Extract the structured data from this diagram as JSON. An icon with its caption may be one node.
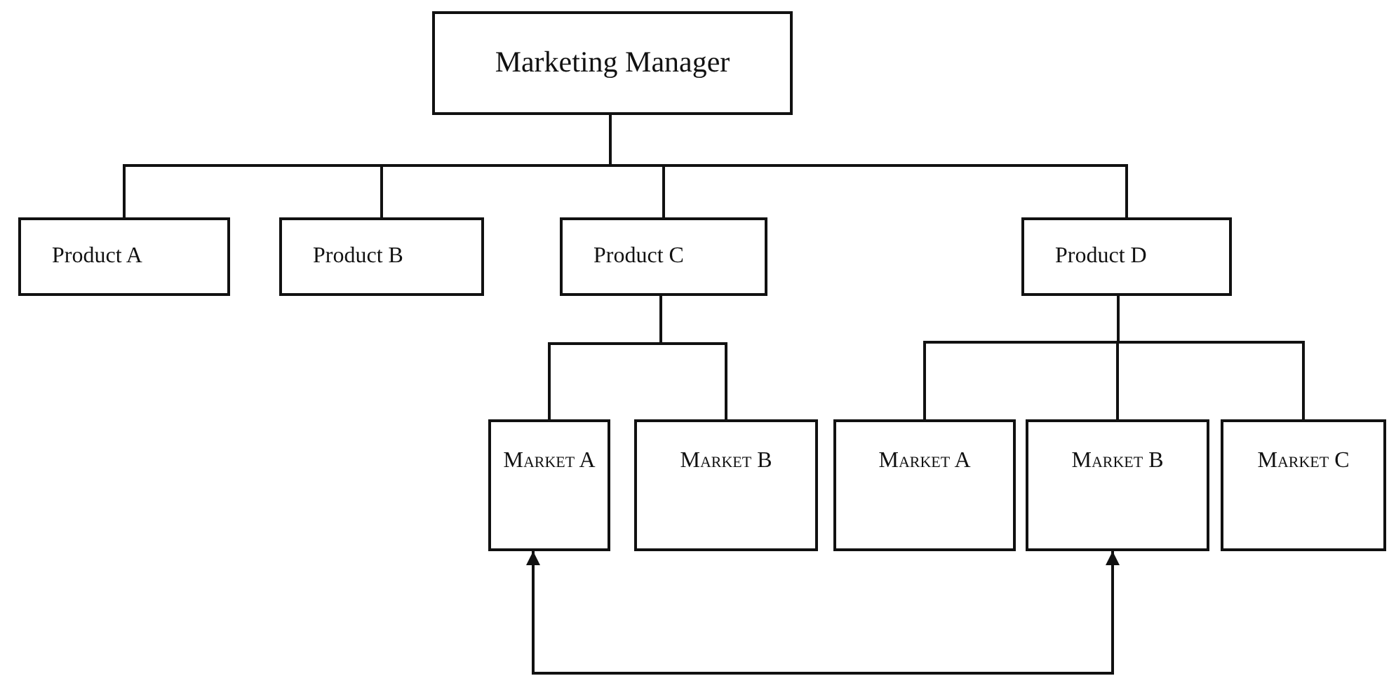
{
  "diagram": {
    "nodes": [
      {
        "text": [
          "Marketing Manager"
        ]
      },
      {
        "text": [
          "Product A"
        ]
      },
      {
        "text": [
          "Product B"
        ]
      },
      {
        "text": [
          "Product C"
        ]
      },
      {
        "text": [
          "Product D"
        ]
      },
      {
        "text": [
          "Market A"
        ]
      },
      {
        "text": [
          "Market B"
        ]
      },
      {
        "text": [
          "Market A"
        ]
      },
      {
        "text": [
          "Market B"
        ]
      },
      {
        "text": [
          "Market C"
        ]
      }
    ],
    "edges": [
      {
        "from": 0,
        "to": 1,
        "arrow": "none"
      },
      {
        "from": 0,
        "to": 2,
        "arrow": "none"
      },
      {
        "from": 0,
        "to": 3,
        "arrow": "none"
      },
      {
        "from": 0,
        "to": 4,
        "arrow": "none"
      },
      {
        "from": 3,
        "to": 5,
        "arrow": "none"
      },
      {
        "from": 3,
        "to": 6,
        "arrow": "none"
      },
      {
        "from": 4,
        "to": 7,
        "arrow": "none"
      },
      {
        "from": 4,
        "to": 8,
        "arrow": "none"
      },
      {
        "from": 4,
        "to": 9,
        "arrow": "none"
      },
      {
        "from": 5,
        "to": 8,
        "arrow": "both"
      }
    ]
  }
}
